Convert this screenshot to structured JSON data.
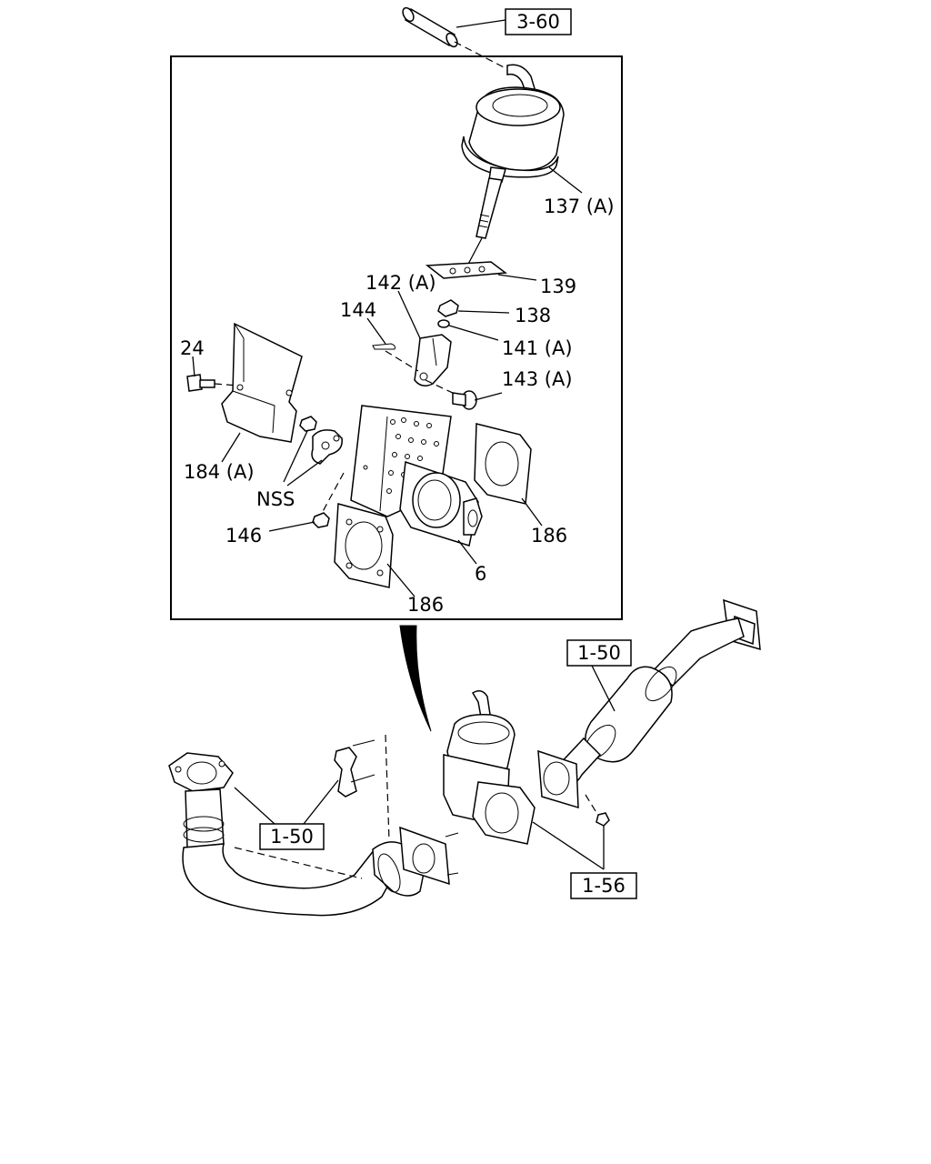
{
  "references": {
    "top_hose": "3-60",
    "pipe_right": "1-50",
    "pipe_left": "1-50",
    "bracket_bottom": "1-56"
  },
  "callouts": {
    "actuator": "137 (A)",
    "plate": "139",
    "lever": "142 (A)",
    "pin": "144",
    "nut": "138",
    "washer": "141 (A)",
    "bolt_lever": "143 (A)",
    "bolt_left": "24",
    "heat_shield": "184 (A)",
    "nss": "NSS",
    "nut_small": "146",
    "gasket_right": "186",
    "valve_body": "6",
    "gasket_bottom": "186"
  }
}
